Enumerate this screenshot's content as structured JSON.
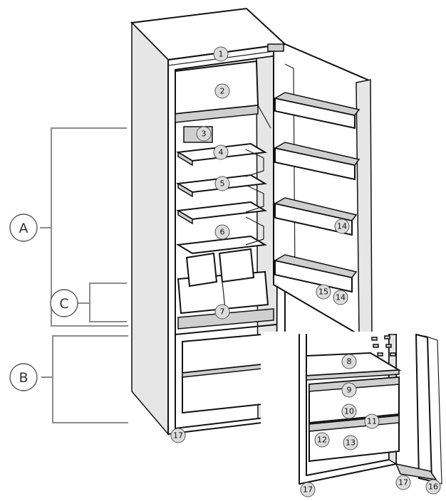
{
  "callouts": [
    "1",
    "2",
    "3",
    "4",
    "5",
    "6",
    "7",
    "8",
    "9",
    "10",
    "11",
    "12",
    "13",
    "14",
    "15",
    "16",
    "17"
  ],
  "zones": [
    "A",
    "B",
    "C"
  ]
}
